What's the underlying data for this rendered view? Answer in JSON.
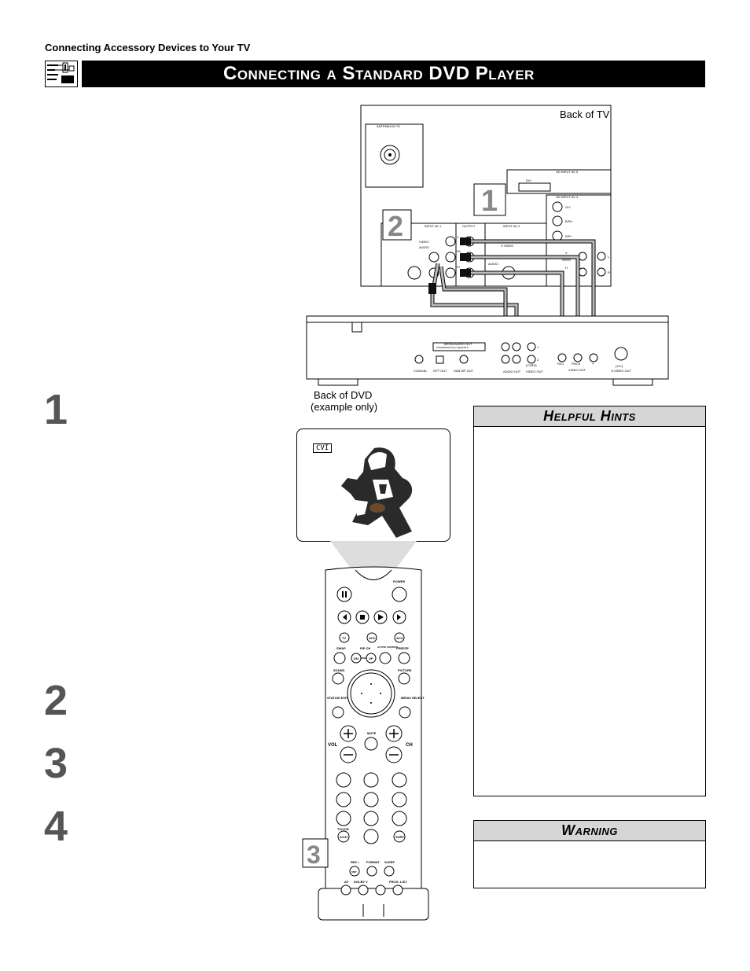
{
  "header": {
    "section_label": "Connecting Accessory Devices to Your TV",
    "title": "Connecting a Standard DVD Player"
  },
  "steps": [
    "1",
    "2",
    "3",
    "4"
  ],
  "diagram": {
    "tv_label": "Back of TV",
    "dvd_label_line1": "Back of DVD",
    "dvd_label_line2": "(example only)",
    "callouts": [
      "1",
      "2",
      "3"
    ],
    "tv_panel": {
      "antenna": "ANTENNA IN 75",
      "hd_input_av5": "HD INPUT AV 5",
      "hd_input_av4": "HD INPUT AV 4",
      "input_av1": "INPUT AV 1",
      "output": "OUTPUT",
      "input_av2": "INPUT AV 2",
      "video": "VIDEO",
      "audio": "AUDIO",
      "svideo": "S VIDEO",
      "dvi": "DVI",
      "gy": "G/Y",
      "bpb": "B/Pb",
      "rpr": "R/Pr",
      "y": "Y",
      "pb": "Pb",
      "pr": "Pr",
      "l": "L",
      "r": "R",
      "v": "V",
      "h": "H",
      "svhs": "SVHS"
    },
    "dvd_panel": {
      "media_audio_out": "MEDIA AUDIO OUT",
      "pcm": "PCM/MPEG/Dolby Digital/DTS",
      "coaxial": "COAXIAL",
      "opt_out": "OPT OUT",
      "sub_wf_out": "SUB WF OUT",
      "audio_out": "AUDIO OUT",
      "video_out_left": "VIDEO OUT",
      "cvbs": "(CVBS)",
      "video_out": "VIDEO OUT",
      "rcb": "R/Cr",
      "pbcb": "Pb/Cb",
      "y": "Y",
      "yc": "(Y/C)",
      "svideo_out": "S-VIDEO OUT",
      "n1": "1",
      "n2": "2"
    }
  },
  "screen": {
    "badge": "CVI"
  },
  "remote": {
    "power": "POWER",
    "swap": "SWAP",
    "pip_ch": "PIP CH",
    "active_control": "ACTIVE CONTROL",
    "freeze": "FREEZE",
    "tv": "TV",
    "acc": "ACC",
    "acc2": "ACC",
    "dn": "DN",
    "up": "UP",
    "sound": "SOUND",
    "picture": "PICTURE",
    "status_exit": "STATUS/ EXIT",
    "menu_select": "MENU/ SELECT",
    "mute": "MUTE",
    "vol": "VOL",
    "ch": "CH",
    "tvvcr": "TV/VCR",
    "ach": "A/CH",
    "surf": "SURF",
    "rec": "REC •",
    "format": "FORMAT",
    "sleep": "SLEEP",
    "smp": "SMP",
    "av": "AV",
    "dolby": "DOLBY V",
    "prog_list": "PROG. LIST"
  },
  "hints": {
    "title": "Helpful Hints"
  },
  "warning": {
    "title": "Warning"
  }
}
